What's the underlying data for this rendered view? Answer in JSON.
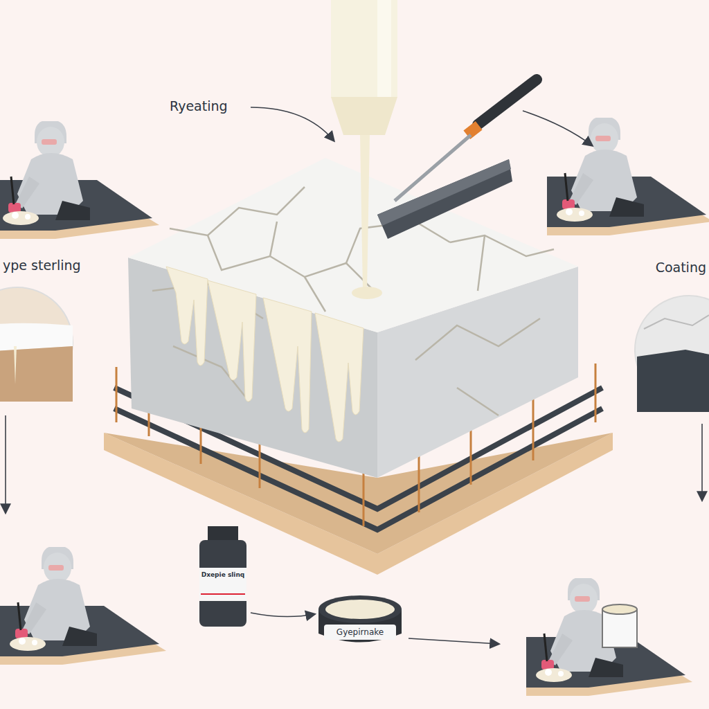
{
  "diagram": {
    "labels": [
      "Ryeating",
      "ype sterling",
      "Coating",
      "Dxepie slinq",
      "Gyepirnake"
    ]
  }
}
